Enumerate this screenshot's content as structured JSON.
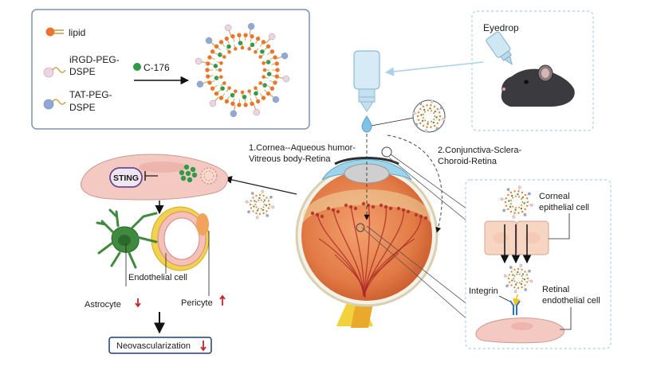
{
  "legend": {
    "lipid": "lipid",
    "irgd_line1": "iRGD-PEG-",
    "irgd_line2": "DSPE",
    "tat_line1": "TAT-PEG-",
    "tat_line2": "DSPE",
    "drug": "C-176"
  },
  "eyedrop_label": "Eyedrop",
  "routes": {
    "route1_line1": "1.Cornea--Aqueous humor-",
    "route1_line2": "Vitreous body-Retina",
    "route2_line1": "2.Conjunctiva-Sclera-",
    "route2_line2": "Choroid-Retina"
  },
  "left_panel": {
    "sting": "STING",
    "endothelial": "Endothelial cell",
    "astrocyte": "Astrocyte",
    "pericyte": "Pericyte",
    "neovascularization": "Neovascularization"
  },
  "right_panel": {
    "corneal_line1": "Corneal",
    "corneal_line2": "epithelial cell",
    "integrin": "Integrin",
    "retinal_line1": "Retinal",
    "retinal_line2": "endothelial cell"
  },
  "colors": {
    "lipid_head": "#e8762e",
    "lipid_tail": "#c9a24a",
    "irgd_ball": "#efd3e4",
    "tat_ball": "#8fa8d6",
    "drug": "#2e9a4a",
    "cell_pink": "#f4c9c1",
    "panel_border": "#9dc8e3",
    "down_arrow": "#c0262c"
  }
}
